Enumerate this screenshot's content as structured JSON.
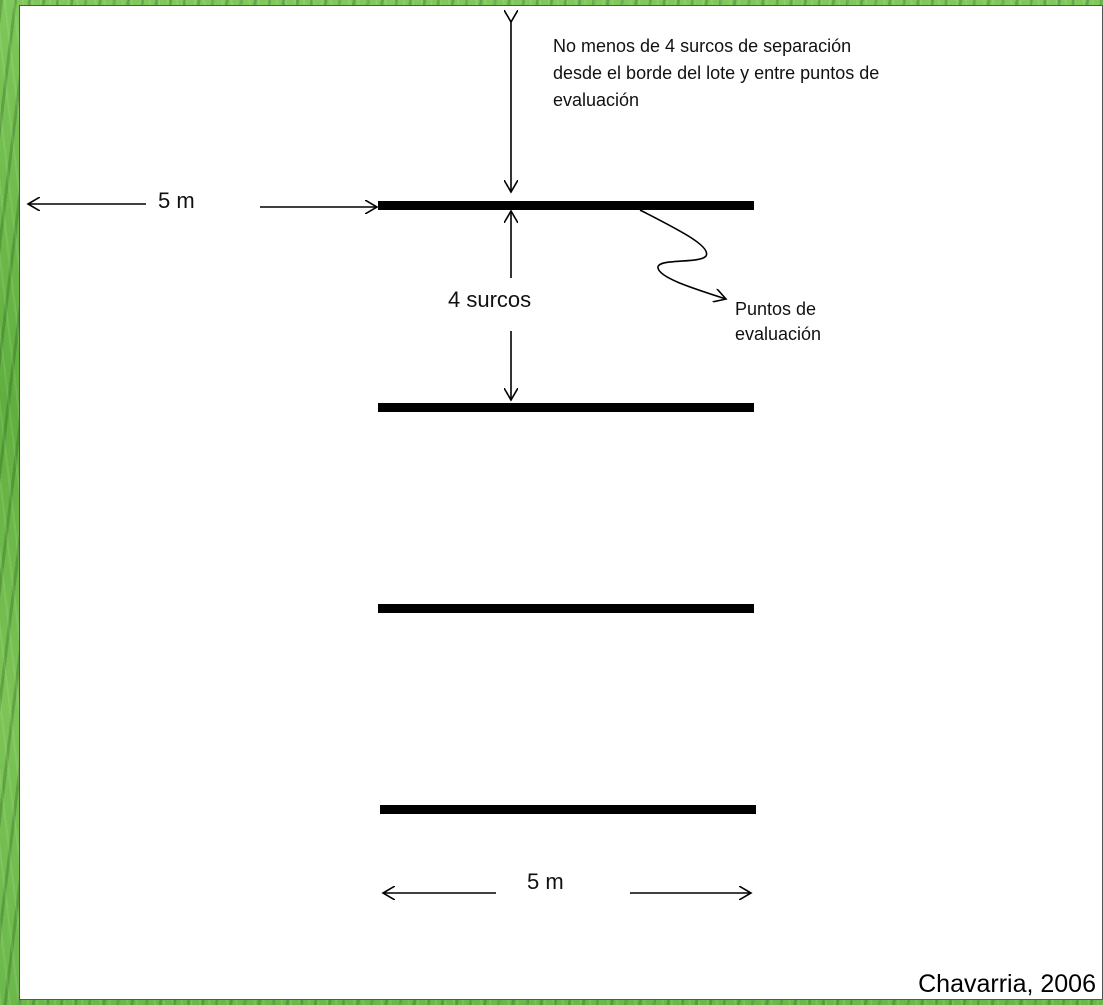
{
  "background": {
    "grass_color": "#6bb84a",
    "panel_color": "#ffffff",
    "line_color": "#000000"
  },
  "labels": {
    "separation_note_line1": "No menos de 4 surcos de separación",
    "separation_note_line2": "desde el borde del lote y entre puntos de",
    "separation_note_line3": "evaluación",
    "left_distance": "5 m",
    "row_gap": "4 surcos",
    "points_label_line1": "Puntos de",
    "points_label_line2": "evaluación",
    "bottom_distance": "5 m"
  },
  "citation": "Chavarria, 2006",
  "evaluation_rows": 4
}
